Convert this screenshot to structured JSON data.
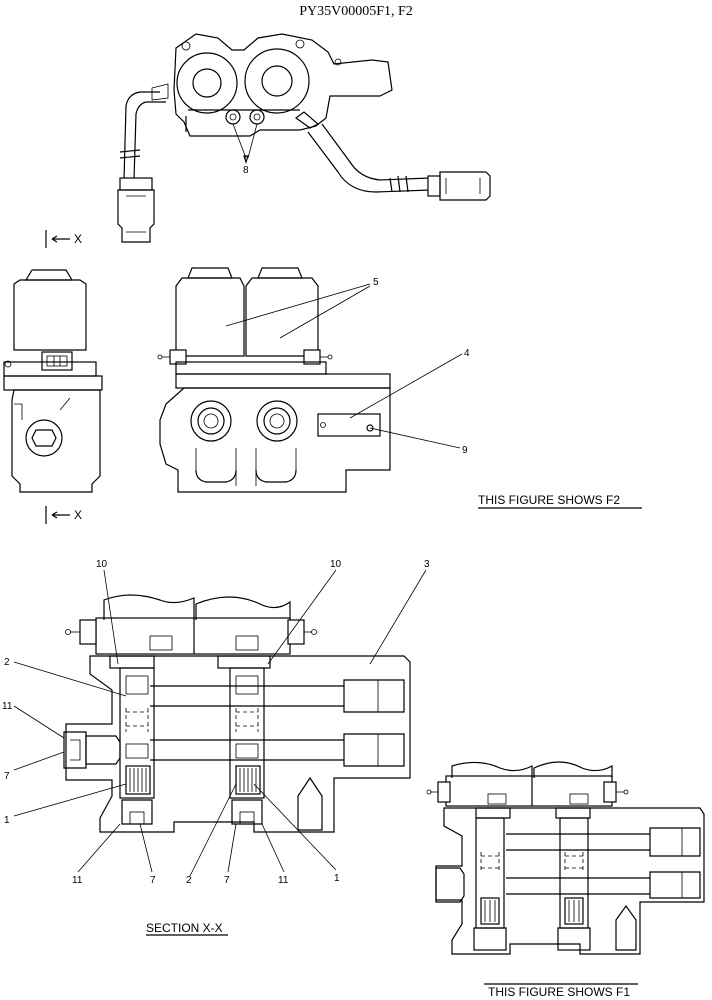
{
  "part_number": "PY35V00005F1, F2",
  "section_marker": "X",
  "caption_f2": "THIS FIGURE SHOWS  F2",
  "caption_f1": "THIS FIGURE SHOWS  F1",
  "section_label": "SECTION  X-X",
  "callouts": {
    "c1": "1",
    "c2": "2",
    "c3": "3",
    "c4": "4",
    "c5": "5",
    "c7": "7",
    "c8": "8",
    "c9": "9",
    "c10": "10",
    "c11": "11"
  }
}
